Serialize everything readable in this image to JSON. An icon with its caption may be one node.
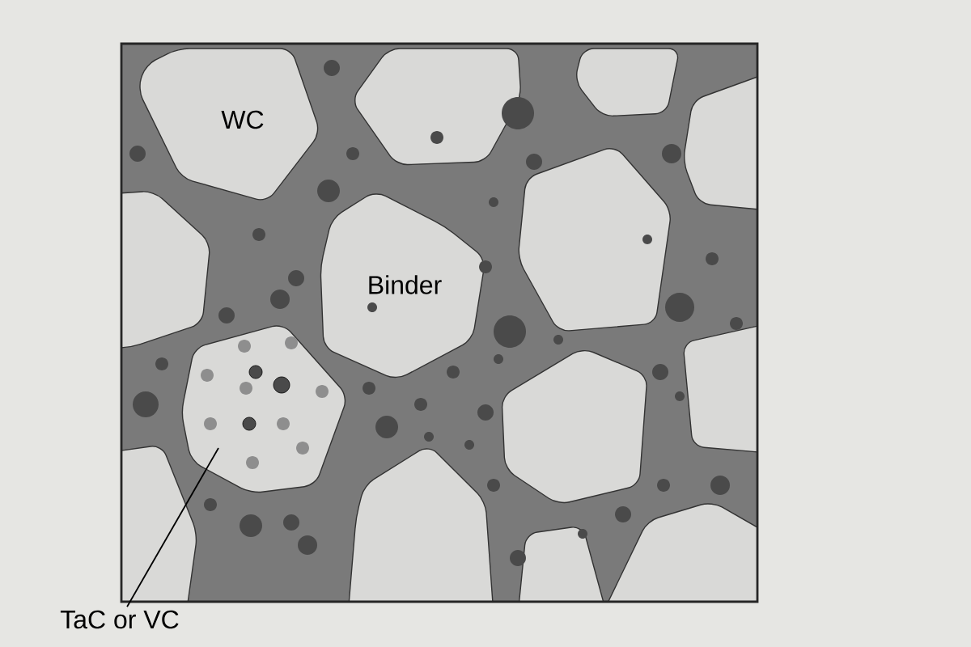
{
  "diagram": {
    "nodes": [
      {
        "text": [
          "TaC or VC"
        ]
      },
      {
        "text": [],
        "shape": "polygon"
      }
    ],
    "edges": [
      {
        "from": 0,
        "to": 1,
        "arrow": "none"
      }
    ],
    "labels": [
      "WC",
      "Binder"
    ]
  }
}
